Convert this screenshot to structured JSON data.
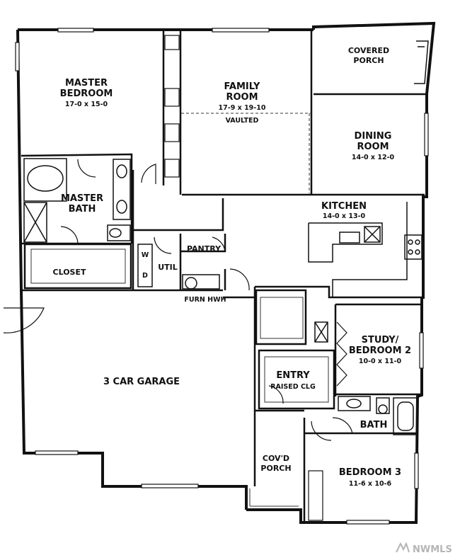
{
  "rooms": {
    "master_bedroom": {
      "name_line1": "MASTER",
      "name_line2": "BEDROOM",
      "dims": "17-0 x 15-0"
    },
    "family_room": {
      "name_line1": "FAMILY",
      "name_line2": "ROOM",
      "dims": "17-9 x 19-10",
      "note": "VAULTED"
    },
    "covered_porch": {
      "name_line1": "COVERED",
      "name_line2": "PORCH"
    },
    "dining_room": {
      "name_line1": "DINING",
      "name_line2": "ROOM",
      "dims": "14-0 x 12-0"
    },
    "master_bath": {
      "name_line1": "MASTER",
      "name_line2": "BATH"
    },
    "kitchen": {
      "name": "KITCHEN",
      "dims": "14-0 x 13-0"
    },
    "closet": {
      "name": "CLOSET"
    },
    "pantry": {
      "name": "PANTRY"
    },
    "util": {
      "name": "UTIL",
      "w": "W",
      "d": "D"
    },
    "furn_hwh": {
      "name": "FURN HWH"
    },
    "study": {
      "name_line1": "STUDY/",
      "name_line2": "BEDROOM 2",
      "dims": "10-0 x 11-0"
    },
    "garage": {
      "name": "3 CAR GARAGE"
    },
    "entry": {
      "name": "ENTRY",
      "note": "RAISED CLG"
    },
    "bath": {
      "name": "BATH"
    },
    "covd_porch": {
      "name_line1": "COV'D",
      "name_line2": "PORCH"
    },
    "bedroom3": {
      "name": "BEDROOM 3",
      "dims": "11-6 x 10-6"
    }
  },
  "watermark": "NWMLS"
}
